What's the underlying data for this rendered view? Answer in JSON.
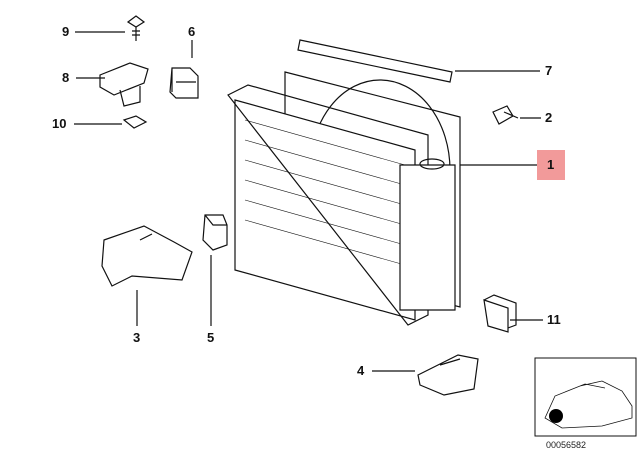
{
  "diagram": {
    "callouts": [
      "1",
      "2",
      "3",
      "4",
      "5",
      "6",
      "7",
      "8",
      "9",
      "10",
      "11"
    ],
    "highlighted": "1",
    "highlight_color": "#f29a9a",
    "image_id": "00056582"
  }
}
